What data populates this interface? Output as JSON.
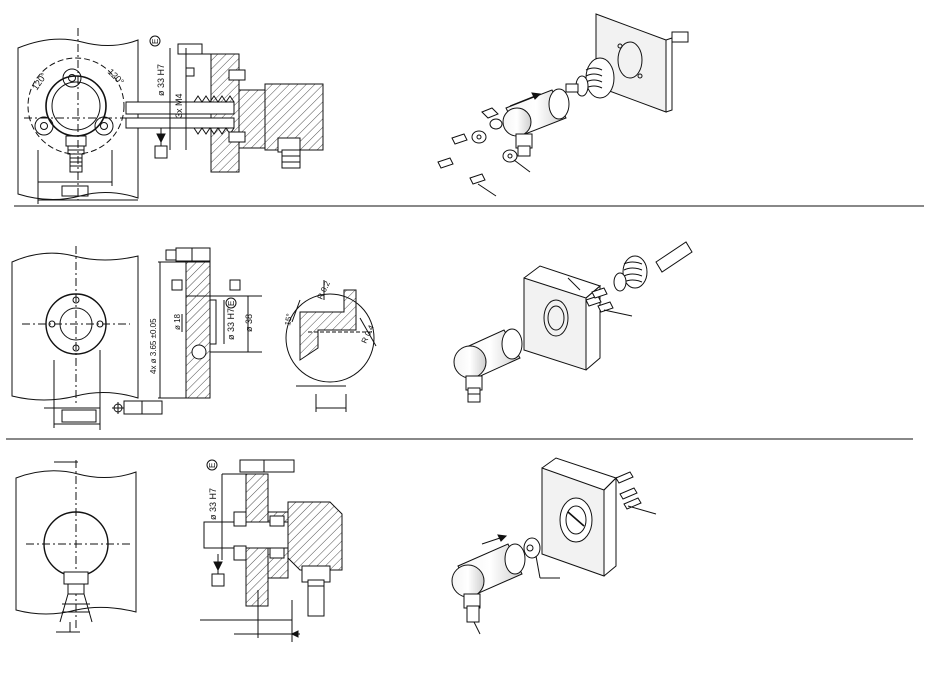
{
  "colors": {
    "line": "#111111",
    "hatch": "#222222",
    "paper": "#ffffff",
    "panel_shade": "#eeeeee"
  },
  "panel1": {
    "angle_left": "120°",
    "angle_right": "120°",
    "dia_bore": "ø 33 H7",
    "thread": "3x M4",
    "e_mark": "E"
  },
  "panel2": {
    "holes": "4x ø 3.65 ±0.05",
    "dia_18": "ø 18",
    "dia_bore": "ø 33 H7",
    "dia_38": "ø 38",
    "e_mark": "E",
    "angle": "15°",
    "radius_02": "R 0.2",
    "radius_04": "R 0.4"
  },
  "panel3": {
    "dia_bore": "ø 33 H7",
    "e_mark": "E"
  }
}
